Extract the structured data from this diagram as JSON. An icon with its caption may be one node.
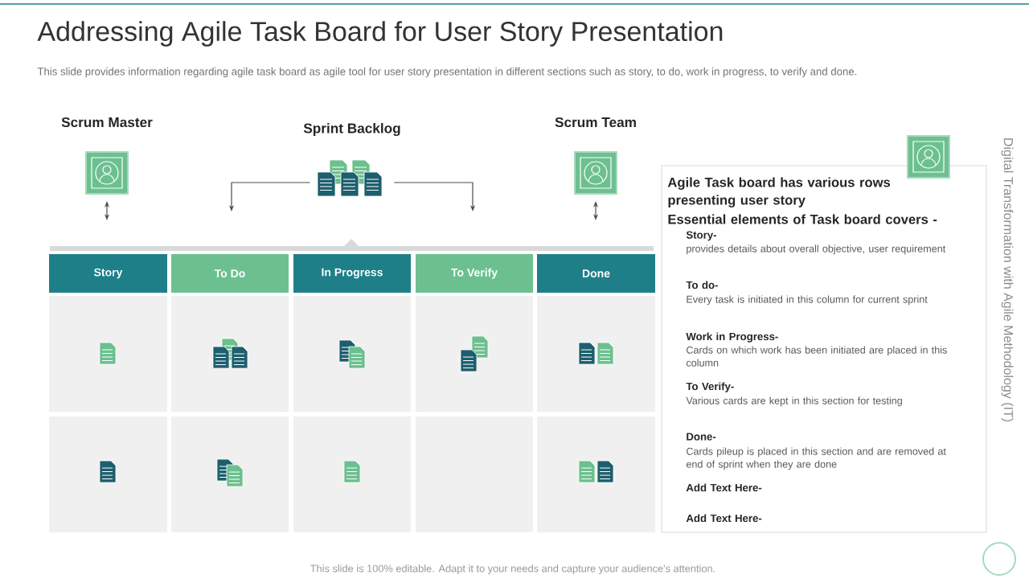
{
  "diagram": {
    "title": "Addressing Agile Task Board for User Story Presentation",
    "nodes": [
      {
        "text": [
          "Scrum Master"
        ]
      },
      {
        "text": [
          "Sprint Backlog"
        ]
      },
      {
        "text": [
          "Scrum Team"
        ]
      },
      {
        "text": [
          "Story"
        ]
      },
      {
        "text": [
          "To Do"
        ]
      },
      {
        "text": [
          "In Progress"
        ]
      },
      {
        "text": [
          "To Verify"
        ]
      },
      {
        "text": [
          "Done"
        ]
      },
      {
        "text": [
          "Agile Task board has various rows presenting user story",
          "Essential elements of Task board covers -",
          "Story-",
          "provides details about overall objective, user requirement",
          "To do-",
          "Every task is initiated in this column for current sprint",
          "Work in Progress-",
          "Cards on which work has been initiated are placed in this column",
          "To Verify-",
          "Various cards are kept in this section for testing",
          "Done-",
          "Cards pileup is placed in this section and are removed at end of sprint when they are done",
          "Add Text Here-",
          "Add Text Here-"
        ]
      }
    ],
    "edges": [
      {
        "from": 1,
        "to": null,
        "arrow": "to"
      },
      {
        "from": 1,
        "to": null,
        "arrow": "to"
      },
      {
        "from": 0,
        "to": null,
        "arrow": "both"
      },
      {
        "from": 2,
        "to": null,
        "arrow": "both"
      }
    ],
    "labels": [
      "This slide provides information regarding agile task board as agile tool for user story presentation in different sections such as story, to do, work in progress, to verify and done.",
      "Digital Transformation with Agile Methodology (IT)",
      "This slide is 100% editable. Adapt it to your needs and capture your audience's attention."
    ]
  }
}
